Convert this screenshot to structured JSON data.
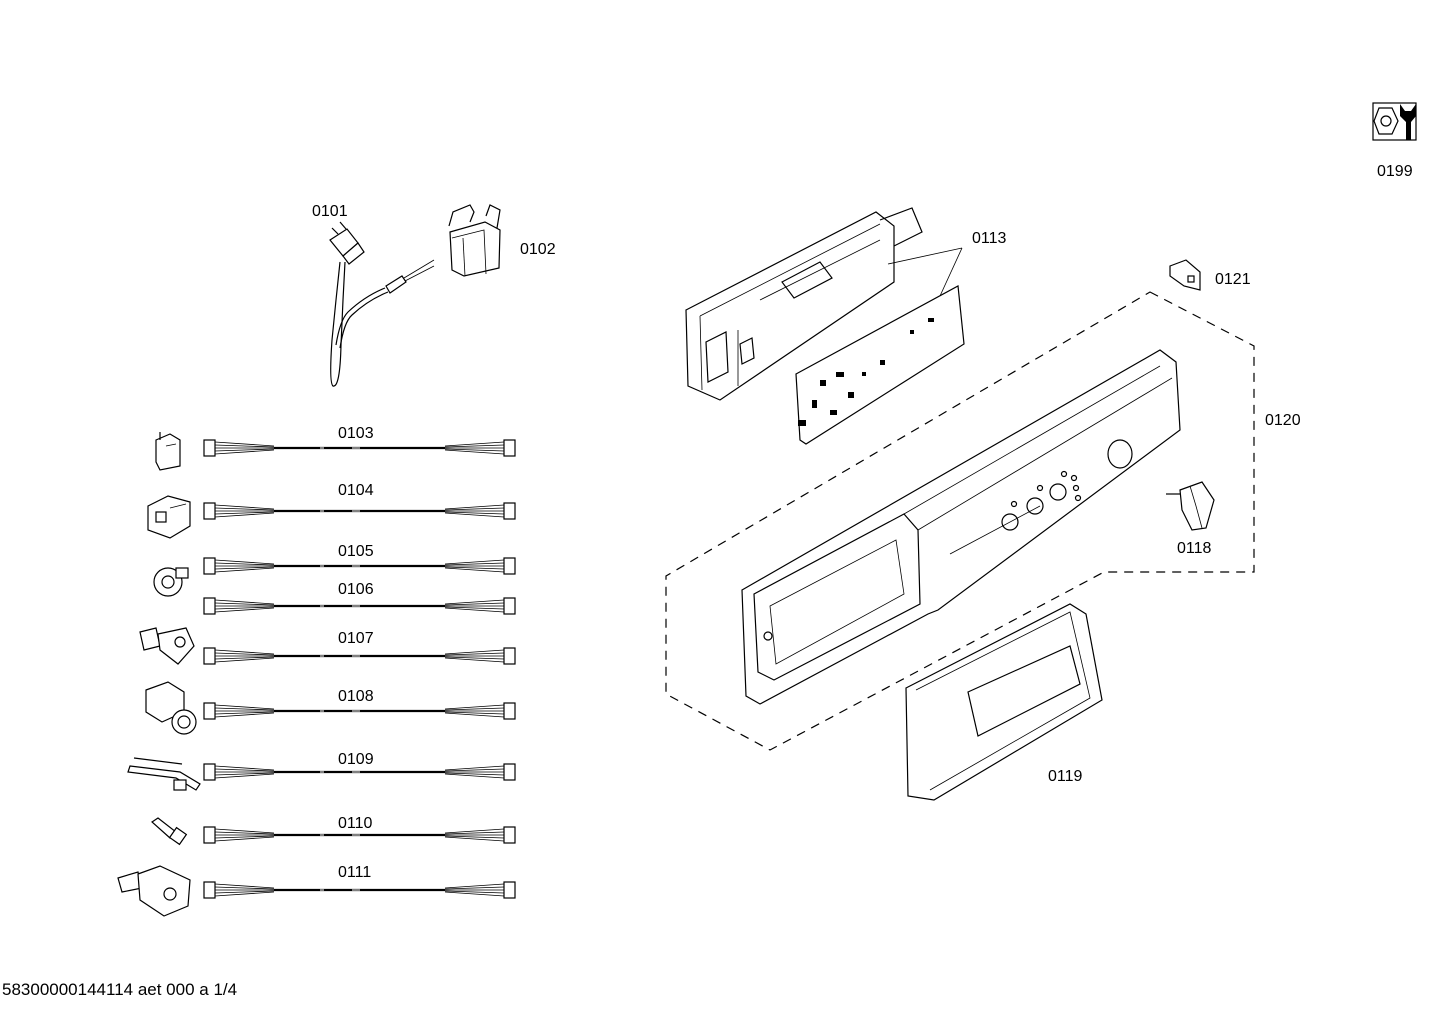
{
  "footer": {
    "document_code": "58300000144114 aet 000 a 1/4"
  },
  "parts": {
    "p0101": "0101",
    "p0102": "0102",
    "p0103": "0103",
    "p0104": "0104",
    "p0105": "0105",
    "p0106": "0106",
    "p0107": "0107",
    "p0108": "0108",
    "p0109": "0109",
    "p0110": "0110",
    "p0111": "0111",
    "p0113": "0113",
    "p0118": "0118",
    "p0119": "0119",
    "p0120": "0120",
    "p0121": "0121",
    "p0199": "0199"
  },
  "icons": {
    "tool": "wrench-nut-icon",
    "cable": "wire-harness-icon",
    "plug": "power-plug-icon",
    "filter": "interference-filter-icon"
  }
}
